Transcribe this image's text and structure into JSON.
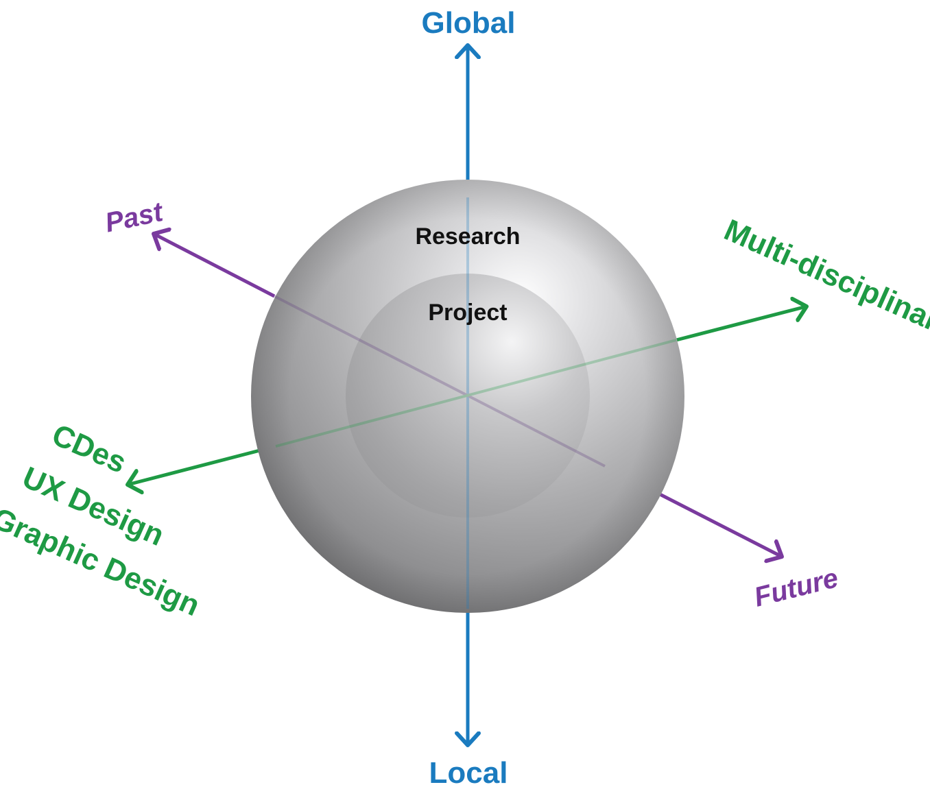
{
  "diagram": {
    "colors": {
      "vertical_axis": "#1a7bbf",
      "time_axis": "#7a3a9e",
      "discipline_axis": "#1e9a44",
      "sphere": "#a9a9ab",
      "core_text": "#111111"
    },
    "axes": {
      "vertical": {
        "top_label": "Global",
        "bottom_label": "Local"
      },
      "time": {
        "back_label": "Past",
        "front_label": "Future"
      },
      "discipline": {
        "right_label": "Multi-disciplinary",
        "left_labels": [
          "CDes",
          "UX Design",
          "Graphic Design"
        ]
      }
    },
    "sphere": {
      "outer_label": "Research",
      "inner_label": "Project"
    }
  }
}
